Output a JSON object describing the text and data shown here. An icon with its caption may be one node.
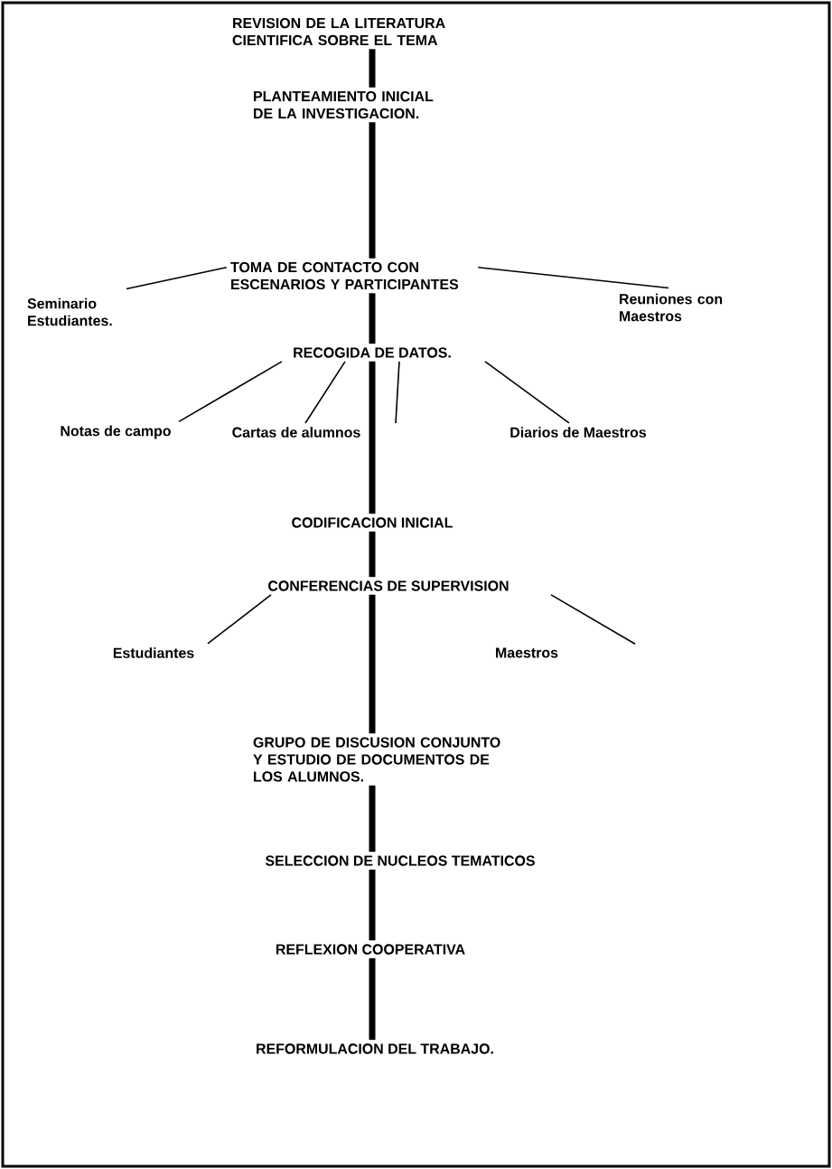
{
  "diagram": {
    "nodes": [
      {
        "text": [
          "REVISION DE LA LITERATURA CIENTIFICA SOBRE EL TEMA"
        ]
      },
      {
        "text": [
          "PLANTEAMIENTO INICIAL DE LA INVESTIGACION."
        ]
      },
      {
        "text": [
          "TOMA DE CONTACTO CON ESCENARIOS Y PARTICIPANTES"
        ]
      },
      {
        "text": [
          "Seminario Estudiantes."
        ]
      },
      {
        "text": [
          "Reuniones con Maestros"
        ]
      },
      {
        "text": [
          "RECOGIDA DE DATOS."
        ]
      },
      {
        "text": [
          "Notas de campo"
        ]
      },
      {
        "text": [
          "Cartas de alumnos"
        ]
      },
      {
        "text": [
          "Diarios de Maestros"
        ]
      },
      {
        "text": [
          "CODIFICACION INICIAL"
        ]
      },
      {
        "text": [
          "CONFERENCIAS DE SUPERVISION"
        ]
      },
      {
        "text": [
          "Estudiantes"
        ]
      },
      {
        "text": [
          "Maestros"
        ]
      },
      {
        "text": [
          "GRUPO DE DISCUSION CONJUNTO Y ESTUDIO DE DOCUMENTOS DE LOS ALUMNOS."
        ]
      },
      {
        "text": [
          "SELECCION DE NUCLEOS TEMATICOS"
        ]
      },
      {
        "text": [
          "REFLEXION COOPERATIVA"
        ]
      },
      {
        "text": [
          "REFORMULACION DEL TRABAJO."
        ]
      }
    ],
    "edges": [
      {
        "from": 0,
        "to": 1,
        "arrow": "none"
      },
      {
        "from": 1,
        "to": 2,
        "arrow": "none"
      },
      {
        "from": 2,
        "to": 3,
        "arrow": "none"
      },
      {
        "from": 2,
        "to": 4,
        "arrow": "none"
      },
      {
        "from": 2,
        "to": 5,
        "arrow": "none"
      },
      {
        "from": 5,
        "to": 6,
        "arrow": "none"
      },
      {
        "from": 5,
        "to": 7,
        "arrow": "none"
      },
      {
        "from": 5,
        "to": 7,
        "arrow": "none"
      },
      {
        "from": 5,
        "to": 8,
        "arrow": "none"
      },
      {
        "from": 5,
        "to": 9,
        "arrow": "none"
      },
      {
        "from": 9,
        "to": 10,
        "arrow": "none"
      },
      {
        "from": 10,
        "to": 11,
        "arrow": "none"
      },
      {
        "from": 10,
        "to": 12,
        "arrow": "none"
      },
      {
        "from": 10,
        "to": 13,
        "arrow": "none"
      },
      {
        "from": 13,
        "to": 14,
        "arrow": "none"
      },
      {
        "from": 14,
        "to": 15,
        "arrow": "none"
      },
      {
        "from": 15,
        "to": 16,
        "arrow": "none"
      }
    ]
  }
}
